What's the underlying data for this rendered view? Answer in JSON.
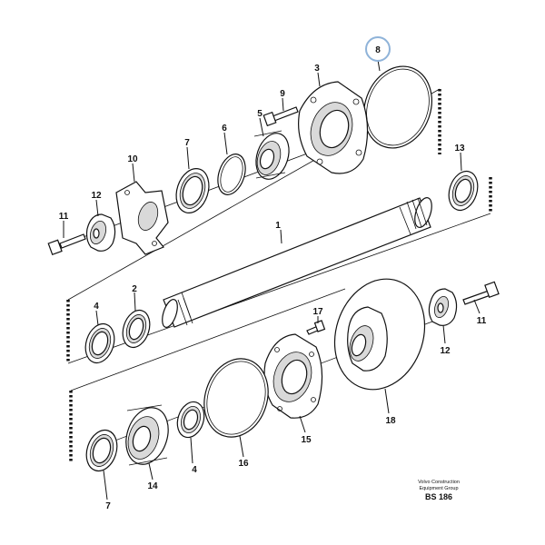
{
  "diagram": {
    "callouts": [
      {
        "id": "c1",
        "text": "1"
      },
      {
        "id": "c2",
        "text": "2"
      },
      {
        "id": "c3",
        "text": "3"
      },
      {
        "id": "c4a",
        "text": "4"
      },
      {
        "id": "c4b",
        "text": "4"
      },
      {
        "id": "c5",
        "text": "5"
      },
      {
        "id": "c6",
        "text": "6"
      },
      {
        "id": "c7a",
        "text": "7"
      },
      {
        "id": "c7b",
        "text": "7"
      },
      {
        "id": "c8",
        "text": "8"
      },
      {
        "id": "c9",
        "text": "9"
      },
      {
        "id": "c10",
        "text": "10"
      },
      {
        "id": "c11a",
        "text": "11"
      },
      {
        "id": "c11b",
        "text": "11"
      },
      {
        "id": "c12a",
        "text": "12"
      },
      {
        "id": "c12b",
        "text": "12"
      },
      {
        "id": "c13",
        "text": "13"
      },
      {
        "id": "c14",
        "text": "14"
      },
      {
        "id": "c15",
        "text": "15"
      },
      {
        "id": "c16",
        "text": "16"
      },
      {
        "id": "c17",
        "text": "17"
      },
      {
        "id": "c18",
        "text": "18"
      }
    ],
    "highlight_color": "#8fb3d9"
  },
  "footer": {
    "line1": "Volvo Construction",
    "line2": "Equipment Group",
    "code": "BS 186"
  }
}
